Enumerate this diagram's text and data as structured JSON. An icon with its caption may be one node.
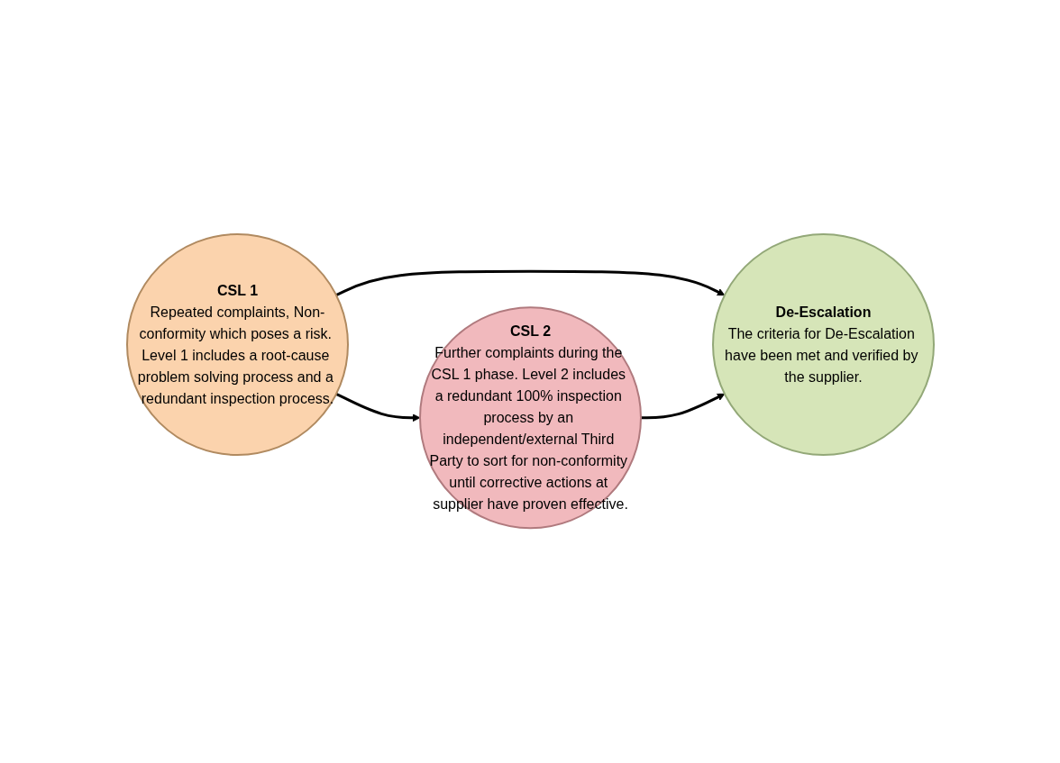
{
  "diagram": {
    "nodes": [
      {
        "text": [
          "CSL 1",
          "Repeated complaints, Non-conformity which poses a risk. Level 1 includes a root-cause problem solving process and a redundant inspection process."
        ]
      },
      {
        "text": [
          "CSL 2",
          "Further complaints during the CSL 1 phase. Level 2 includes a redundant 100% inspection process by an independent/external Third Party to sort for non-conformity until corrective actions at supplier have proven effective."
        ]
      },
      {
        "text": [
          "De-Escalation",
          "The criteria for De-Escalation have been met and verified by the supplier."
        ]
      }
    ],
    "edges": [
      {
        "from": 0,
        "to": 1,
        "arrow": "to"
      },
      {
        "from": 0,
        "to": 2,
        "arrow": "to"
      },
      {
        "from": 1,
        "to": 2,
        "arrow": "to"
      }
    ]
  }
}
